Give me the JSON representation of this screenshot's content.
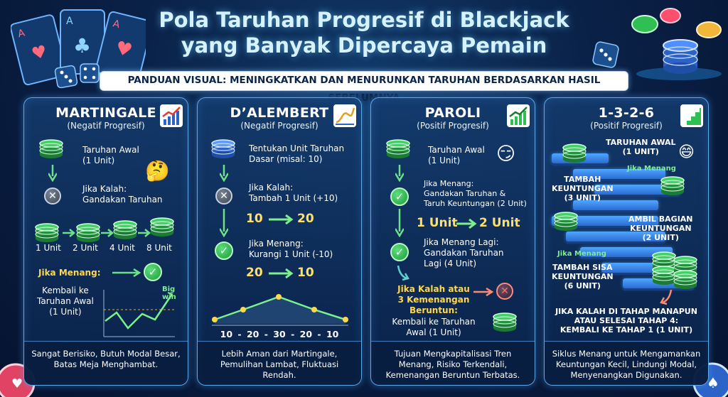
{
  "header": {
    "title_line1": "Pola Taruhan Progresif di Blackjack",
    "title_line2": "yang Banyak Dipercaya Pemain",
    "subtitle": "PANDUAN VISUAL: MENINGKATKAN DAN MENURUNKAN TARUHAN BERDASARKAN HASIL SEBELUMNYA"
  },
  "colors": {
    "accent_gold": "#ffd84a",
    "accent_green": "#2fbf52",
    "panel_border": "#5fa8e8",
    "background": "#0a2147"
  },
  "martingale": {
    "title": "MARTINGALE",
    "subtitle": "(Negatif Progresif)",
    "step1": "Taruhan Awal\n(1 Unit)",
    "step2": "Jika Kalah:\nGandakan Taruhan",
    "units": [
      "1 Unit",
      "2 Unit",
      "4 Unit",
      "8 Unit"
    ],
    "win_label": "Jika Menang:",
    "return_text": "Kembali ke\nTaruhan Awal\n(1 Unit)",
    "big_win": "Big\nwin",
    "footer": "Sangat Berisiko, Butuh Modal Besar, Batas Meja Menghambat."
  },
  "dalembert": {
    "title": "D’ALEMBERT",
    "subtitle": "(Negatif Progresif)",
    "step1": "Tentukan Unit Taruhan\nDasar (misal: 10)",
    "step2": "Jika Kalah:\nTambah 1 Unit (+10)",
    "loss_from": "10",
    "loss_to": "20",
    "step3": "Jika Menang:\nKurangi 1 Unit (-10)",
    "win_from": "20",
    "win_to": "10",
    "axis_labels": [
      "10",
      "-",
      "20",
      "-",
      "30",
      "-",
      "20",
      "-",
      "10"
    ],
    "footer": "Lebih Aman dari Martingale, Pemulihan Lambat, Fluktuasi Rendah."
  },
  "paroli": {
    "title": "PAROLI",
    "subtitle": "(Positif Progresif)",
    "step1": "Taruhan Awal\n(1 Unit)",
    "step2": "Jika Menang:\nGandakan Taruhan &\nTaruh Keuntungan (2 Unit)",
    "unit_from": "1 Unit",
    "unit_to": "2 Unit",
    "step3": "Jika Menang Lagi:\nGandakan Taruhan\nLagi (4 Unit)",
    "step4": "Jika Kalah atau\n3 Kemenangan\nBeruntun:",
    "step4b": "Kembali ke Taruhan\nAwal (1 Unit)",
    "footer": "Tujuan Mengkapitalisasi Tren Menang, Risiko Terkendali, Kemenangan Beruntun Terbatas."
  },
  "system1326": {
    "title": "1-3-2-6",
    "subtitle": "(Positif Progresif)",
    "start": "TARUHAN AWAL\n(1 UNIT)",
    "win_label_1": "Jika Menang",
    "step2": "TAMBAH\nKEUNTUNGAN\n(3 UNIT)",
    "step3": "AMBIL BAGIAN\nKEUNTUNGAN\n(2 UNIT)",
    "win_label_2": "Jika Menang",
    "step4": "TAMBAH SISA\nKEUNTUNGAN\n(6 UNIT)",
    "reset": "JIKA KALAH DI TAHAP MANAPUN\nATAU SELESAI TAHAP 4:\nKEMBALI KE TAHAP 1 (1 UNIT)",
    "footer": "Siklus Menang untuk Mengamankan Keuntungan Kecil, Lindungi Modal, Menyenangkan Digunakan."
  }
}
